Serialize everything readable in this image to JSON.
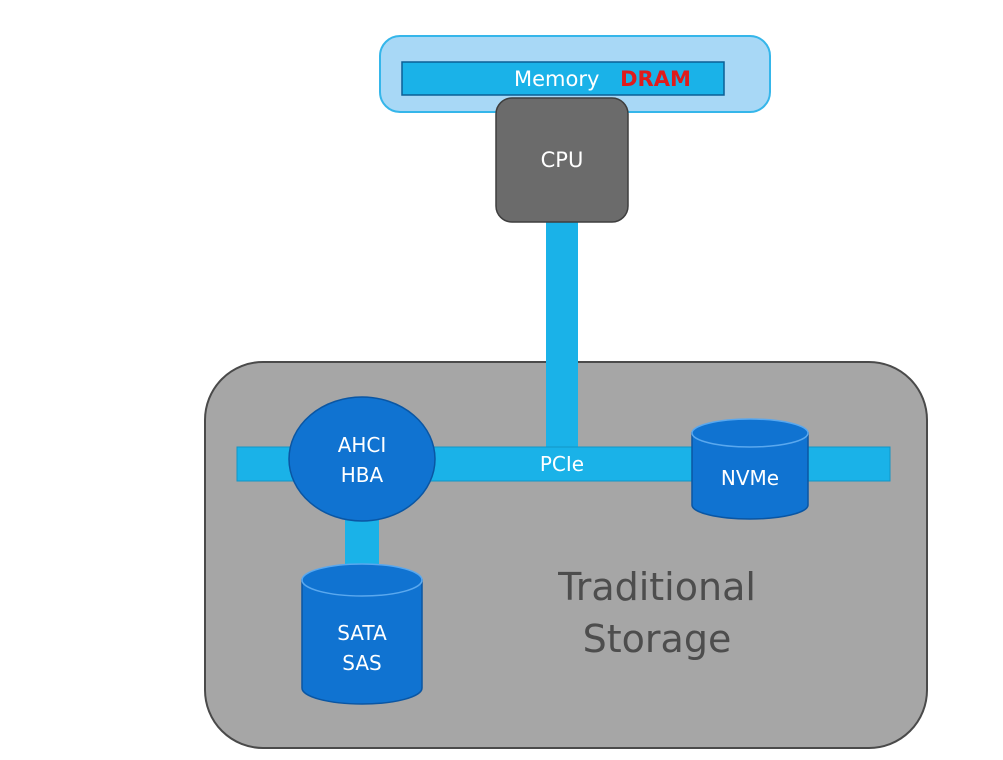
{
  "memory": {
    "label": "Memory",
    "type_label": "DRAM"
  },
  "cpu": {
    "label": "CPU"
  },
  "storage_group": {
    "title_line1": "Traditional",
    "title_line2": "Storage"
  },
  "bus": {
    "label": "PCIe"
  },
  "ahci_hba": {
    "line1": "AHCI",
    "line2": "HBA"
  },
  "nvme": {
    "label": "NVMe"
  },
  "sata_sas": {
    "line1": "SATA",
    "line2": "SAS"
  },
  "colors": {
    "bus": "#1ab2e8",
    "memory_outer": "#a8d8f6",
    "memory_border": "#35b6ea",
    "cpu": "#6b6b6b",
    "storage_bg": "#a6a6a6",
    "storage_border": "#4a4a4a",
    "device_blue": "#1073d1",
    "dram_red": "#e01b1b",
    "storage_text": "#4d4d4d"
  }
}
